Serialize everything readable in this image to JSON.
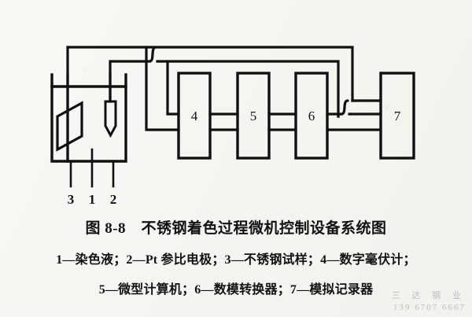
{
  "figure": {
    "caption_title": "图 8-8　不锈钢着色过程微机控制设备系统图",
    "legend_line_1": "1—染色液；2—Pt 参比电极；3—不锈钢试样；4—数字毫伏计；",
    "legend_line_2": "5—微型计算机；6—数模转换器；7—模拟记录器"
  },
  "diagram": {
    "boxes": [
      {
        "id": "box-4",
        "label": "4",
        "name": "数字毫伏计"
      },
      {
        "id": "box-5",
        "label": "5",
        "name": "微型计算机"
      },
      {
        "id": "box-6",
        "label": "6",
        "name": "数模转换器"
      },
      {
        "id": "box-7",
        "label": "7",
        "name": "模拟记录器"
      }
    ],
    "leaders": [
      {
        "id": "leader-3",
        "label": "3",
        "name": "不锈钢试样"
      },
      {
        "id": "leader-1",
        "label": "1",
        "name": "染色液"
      },
      {
        "id": "leader-2",
        "label": "2",
        "name": "Pt 参比电极"
      }
    ],
    "line_color": "#111111",
    "background_color": "#f6f4ef"
  },
  "watermark": {
    "text_cn": "三 达 钢 业",
    "phone": "139 6707 6667"
  }
}
